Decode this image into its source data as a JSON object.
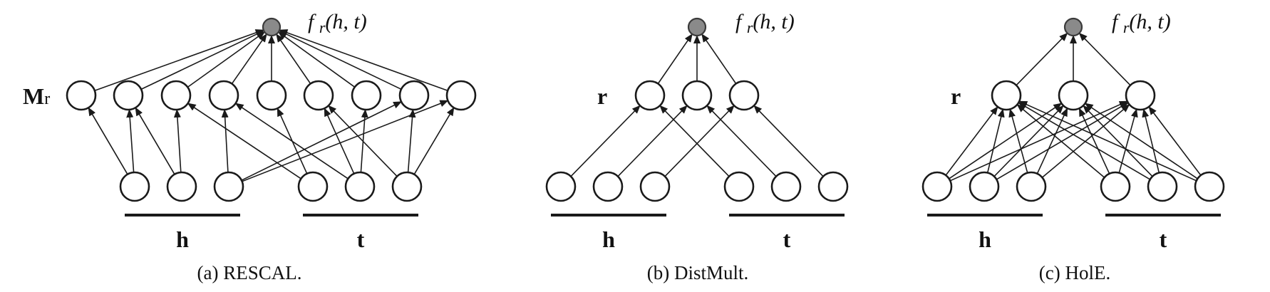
{
  "panels": [
    {
      "id": "rescal",
      "caption": "(a)  RESCAL.",
      "output_label": "f_r(h,t)",
      "mid_label": "M",
      "mid_label_sub": "r",
      "h_label": "h",
      "t_label": "t",
      "mid_count": 9
    },
    {
      "id": "distmult",
      "caption": "(b)  DistMult.",
      "output_label": "f_r(h,t)",
      "mid_label": "r",
      "mid_label_sub": "",
      "h_label": "h",
      "t_label": "t",
      "mid_count": 3
    },
    {
      "id": "hole",
      "caption": "(c)  HolE.",
      "output_label": "f_r(h,t)",
      "mid_label": "r",
      "mid_label_sub": "",
      "h_label": "h",
      "t_label": "t",
      "mid_count": 3
    }
  ]
}
